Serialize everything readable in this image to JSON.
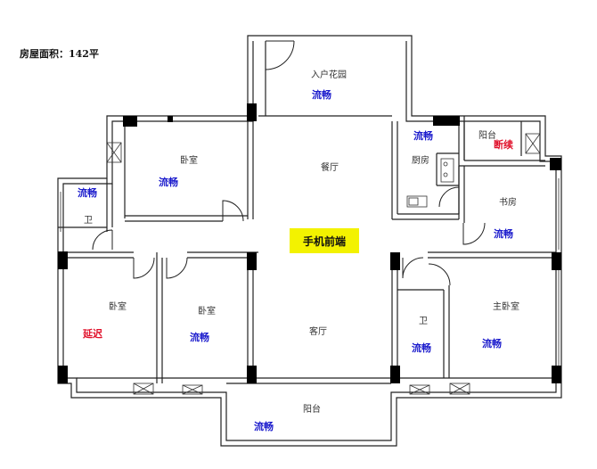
{
  "area_label": "房屋面积：142平",
  "center_label": "手机前端",
  "rooms": {
    "garden": {
      "name": "入户花园",
      "status": "流畅"
    },
    "bedroom_top": {
      "name": "卧室",
      "status": "流畅"
    },
    "dining": {
      "name": "餐厅"
    },
    "kitchen": {
      "name": "厨房",
      "status": "流畅"
    },
    "balcony_top": {
      "name": "阳台",
      "status": "断续"
    },
    "bath_left": {
      "name": "卫",
      "status": "流畅"
    },
    "study": {
      "name": "书房",
      "status": "流畅"
    },
    "bedroom_left": {
      "name": "卧室",
      "status": "延迟"
    },
    "bedroom_mid": {
      "name": "卧室",
      "status": "流畅"
    },
    "living": {
      "name": "客厅"
    },
    "bath_right": {
      "name": "卫",
      "status": "流畅"
    },
    "master": {
      "name": "主卧室",
      "status": "流畅"
    },
    "balcony_bottom": {
      "name": "阳台",
      "status": "流畅"
    }
  },
  "colors": {
    "smooth": "#1a1acc",
    "poor": "#e0102a",
    "highlight": "#f3f200",
    "wall": "#222222",
    "column": "#000000"
  }
}
